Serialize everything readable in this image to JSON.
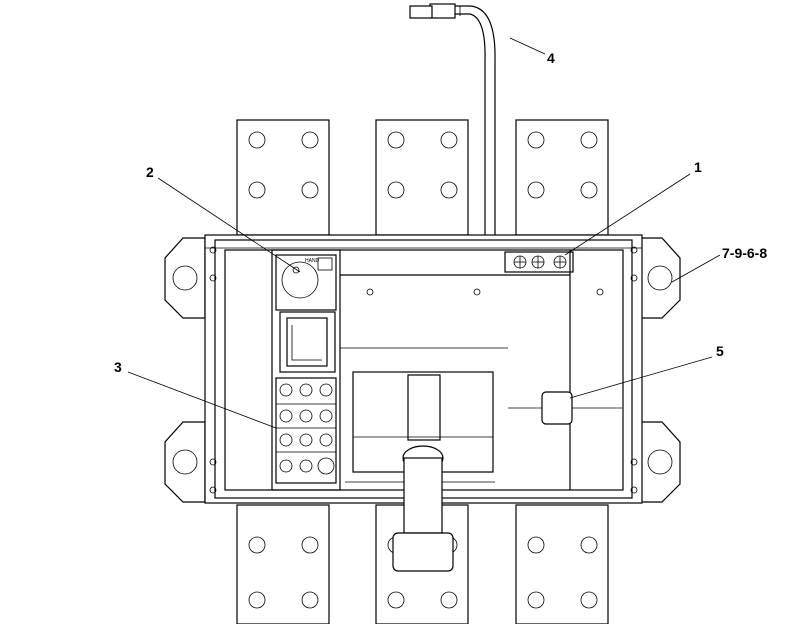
{
  "diagram": {
    "callouts": [
      {
        "id": "c1",
        "text": "1"
      },
      {
        "id": "c2",
        "text": "2"
      },
      {
        "id": "c3",
        "text": "3"
      },
      {
        "id": "c4",
        "text": "4"
      },
      {
        "id": "c5",
        "text": "5"
      },
      {
        "id": "c7968",
        "text": "7-9-6-8"
      }
    ],
    "small_label": "HAND"
  }
}
